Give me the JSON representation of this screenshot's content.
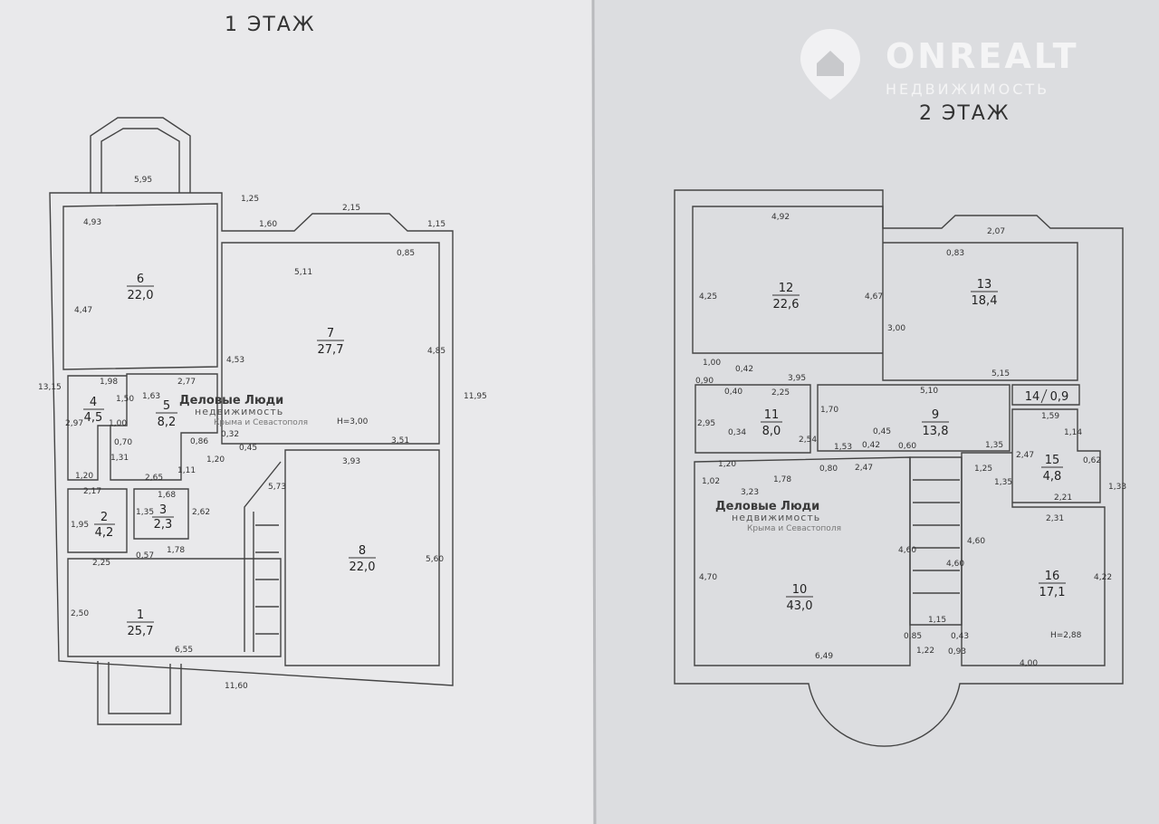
{
  "floor1": {
    "title": "1 ЭТАЖ",
    "height_label": "Н=3,00",
    "rooms": [
      {
        "num": "6",
        "area": "22,0"
      },
      {
        "num": "7",
        "area": "27,7"
      },
      {
        "num": "4",
        "area": "4,5"
      },
      {
        "num": "5",
        "area": "8,2"
      },
      {
        "num": "2",
        "area": "4,2"
      },
      {
        "num": "3",
        "area": "2,3"
      },
      {
        "num": "1",
        "area": "25,7"
      },
      {
        "num": "8",
        "area": "22,0"
      }
    ],
    "dims": [
      "5,95",
      "4,93",
      "1,25",
      "1,60",
      "2,15",
      "1,15",
      "0,85",
      "5,11",
      "4,47",
      "13,15",
      "4,53",
      "4,85",
      "1,98",
      "2,77",
      "1,50",
      "1,63",
      "1,00",
      "0,70",
      "2,97",
      "1,31",
      "0,86",
      "0,32",
      "0,45",
      "3,51",
      "1,20",
      "1,20",
      "2,65",
      "1,11",
      "3,93",
      "11,95",
      "2,17",
      "1,68",
      "1,95",
      "1,35",
      "2,62",
      "5,73",
      "0,57",
      "1,78",
      "2,25",
      "5,60",
      "2,50",
      "6,55",
      "11,60"
    ]
  },
  "floor2": {
    "title": "2 ЭТАЖ",
    "height_label": "Н=2,88",
    "rooms": [
      {
        "num": "12",
        "area": "22,6"
      },
      {
        "num": "13",
        "area": "18,4"
      },
      {
        "num": "11",
        "area": "8,0"
      },
      {
        "num": "9",
        "area": "13,8"
      },
      {
        "num": "14",
        "area": "0,9"
      },
      {
        "num": "15",
        "area": "4,8"
      },
      {
        "num": "10",
        "area": "43,0"
      },
      {
        "num": "16",
        "area": "17,1"
      }
    ],
    "dims": [
      "4,92",
      "2,07",
      "0,83",
      "4,25",
      "4,67",
      "3,00",
      "1,00",
      "0,42",
      "3,95",
      "5,15",
      "0,90",
      "0,40",
      "2,25",
      "1,70",
      "5,10",
      "1,59",
      "1,14",
      "2,95",
      "0,34",
      "0,45",
      "0,42",
      "1,53",
      "0,60",
      "1,35",
      "2,47",
      "0,62",
      "2,54",
      "1,25",
      "1,20",
      "1,02",
      "1,78",
      "0,80",
      "2,47",
      "1,35",
      "1,33",
      "3,23",
      "2,21",
      "2,31",
      "4,70",
      "4,60",
      "4,60",
      "4,60",
      "4,22",
      "1,15",
      "0,85",
      "0,43",
      "1,22",
      "0,93",
      "6,49",
      "4,00"
    ]
  },
  "watermarks": {
    "agency_name": "Деловые Люди",
    "agency_sub": "недвижимость",
    "agency_region": "Крыма и Севастополя",
    "brand": "ONREALT",
    "brand_sub": "НЕДВИЖИМОСТЬ"
  }
}
